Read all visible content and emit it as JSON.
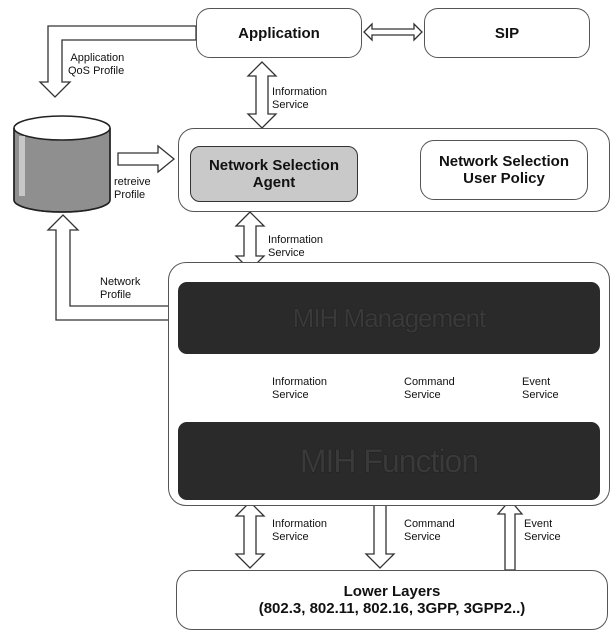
{
  "boxes": {
    "application": "Application",
    "sip": "SIP",
    "agent_line1": "Network Selection",
    "agent_line2": "Agent",
    "policy_line1": "Network Selection",
    "policy_line2": "User Policy",
    "mih_management": "MIH Management",
    "mih_function": "MIH Function",
    "lower_line1": "Lower Layers",
    "lower_line2": "(802.3, 802.11, 802.16, 3GPP, 3GPP2..)"
  },
  "labels": {
    "app_qos_1": "Application",
    "app_qos_2": "QoS Profile",
    "info_1a": "Information",
    "info_1b": "Service",
    "retrieve_1": "retreive",
    "retrieve_2": "Profile",
    "info_2a": "Information",
    "info_2b": "Service",
    "netprof_1": "Network",
    "netprof_2": "Profile",
    "info_3a": "Information",
    "info_3b": "Service",
    "cmd_3a": "Command",
    "cmd_3b": "Service",
    "evt_3a": "Event",
    "evt_3b": "Service",
    "info_4a": "Information",
    "info_4b": "Service",
    "cmd_4a": "Command",
    "cmd_4b": "Service",
    "evt_4a": "Event",
    "evt_4b": "Service"
  }
}
